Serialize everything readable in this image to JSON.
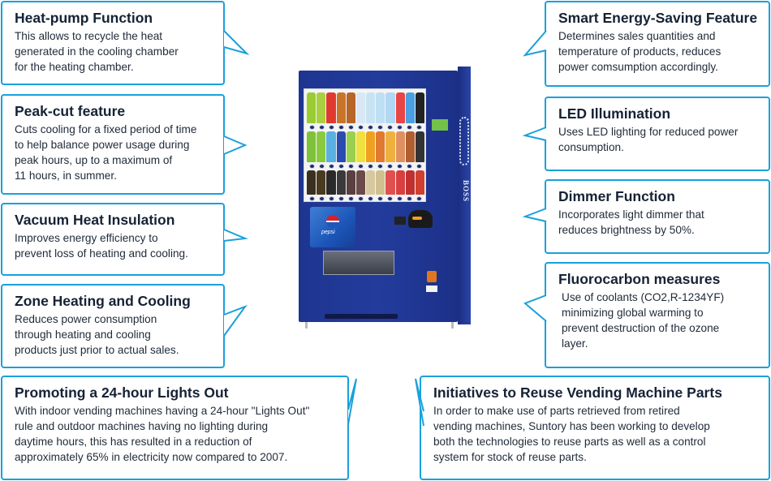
{
  "product_image": {
    "alt": "Blue Suntory vending machine",
    "brand_front": "pepsi",
    "brand_side": "BOSS",
    "colors": {
      "cabinet": "#233c9c",
      "callout_border": "#1aa0dc",
      "title_text": "#152235"
    }
  },
  "features_left": [
    {
      "title": "Heat-pump Function",
      "body": "This allows to recycle the heat\ngenerated in the cooling chamber\nfor the heating chamber."
    },
    {
      "title": "Peak-cut feature",
      "body": "Cuts cooling for a fixed period of time\nto help balance power usage during\npeak hours, up to a maximum of\n11 hours, in summer."
    },
    {
      "title": "Vacuum Heat Insulation",
      "body": "Improves energy efficiency to\nprevent loss of heating and cooling."
    },
    {
      "title": "Zone Heating and Cooling",
      "body": "Reduces power consumption\nthrough heating and cooling\nproducts just prior to actual sales."
    }
  ],
  "features_right": [
    {
      "title": "Smart Energy-Saving Feature",
      "body": "Determines sales quantities and\ntemperature of products, reduces\npower comsumption accordingly."
    },
    {
      "title": "LED Illumination",
      "body": "Uses LED lighting for reduced power\nconsumption."
    },
    {
      "title": "Dimmer Function",
      "body": "Incorporates light dimmer that\nreduces brightness by 50%."
    },
    {
      "title": "Fluorocarbon measures",
      "body": "Use of coolants (CO2,R-1234YF)\nminimizing global warming to\nprevent destruction of the ozone\nlayer."
    }
  ],
  "features_bottom": [
    {
      "title": "Promoting a 24-hour Lights Out",
      "body": "With indoor vending machines having a 24-hour \"Lights Out\"\nrule and outdoor machines having no lighting during\ndaytime hours, this has resulted in a reduction of\napproximately 65% in electricity now compared to 2007."
    },
    {
      "title": "Initiatives to Reuse Vending Machine Parts",
      "body": "In order to make use of parts retrieved from retired\nvending machines, Suntory has been working to develop\nboth the technologies to reuse parts as well as a control\nsystem for stock of reuse parts."
    }
  ]
}
